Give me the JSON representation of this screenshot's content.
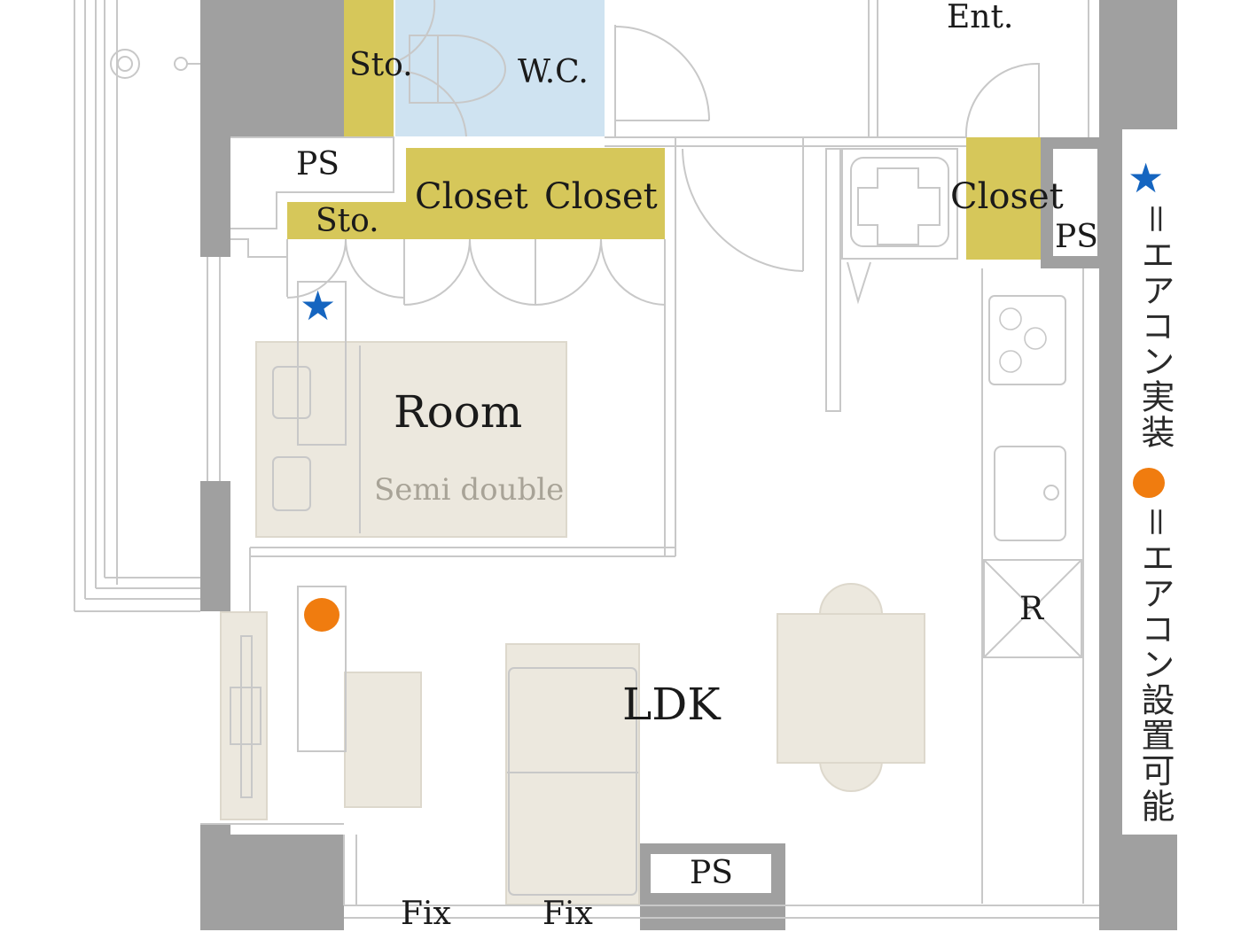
{
  "floorplan": {
    "colors": {
      "wall": "#a0a0a0",
      "storage": "#d6c75a",
      "wc": "#cfe3f1",
      "furniture": "#ece8de",
      "ac_installed": "#1565c0",
      "ac_possible": "#f07c0f"
    },
    "rooms": {
      "entrance": "Ent.",
      "wc": "W.C.",
      "sto_top": "Sto.",
      "sto_left": "Sto.",
      "ps_top_left": "PS",
      "closet_1": "Closet",
      "closet_2": "Closet",
      "closet_right": "Closet",
      "ps_right": "PS",
      "room": "Room",
      "bed": "Semi double",
      "ldk": "LDK",
      "refrigerator": "R",
      "ps_bottom": "PS",
      "fix_1": "Fix",
      "fix_2": "Fix"
    },
    "legend": {
      "ac_installed_icon": "star-icon",
      "ac_installed_label": "＝エアコン実装",
      "ac_possible_icon": "orange-dot-icon",
      "ac_possible_label": "＝エアコン設置可能"
    },
    "markers": {
      "star_glyph": "★",
      "legend_star_glyph": "★"
    }
  }
}
